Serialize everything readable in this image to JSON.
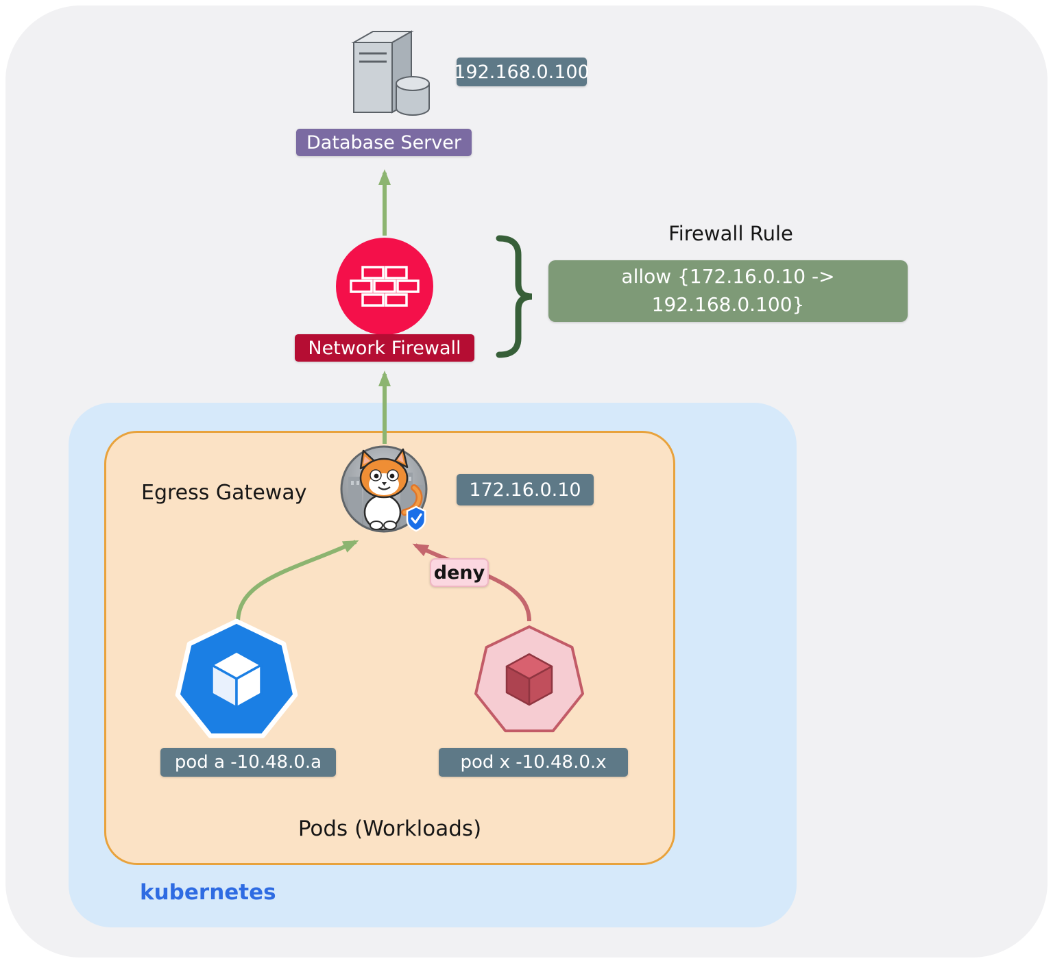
{
  "external": {
    "database_server": {
      "label": "Database Server",
      "ip_badge": "192.168.0.100"
    },
    "network_firewall": {
      "label": "Network Firewall"
    },
    "firewall_rule": {
      "title": "Firewall Rule",
      "rule_line1": "allow {172.16.0.10 ->",
      "rule_line2": "192.168.0.100}"
    }
  },
  "kubernetes": {
    "cluster_label": "kubernetes",
    "egress_gateway": {
      "label": "Egress Gateway",
      "ip_badge": "172.16.0.10"
    },
    "workloads": {
      "box_label": "Pods (Workloads)",
      "pod_a_label": "pod a -10.48.0.a",
      "pod_x_label": "pod x -10.48.0.x",
      "deny_badge": "deny"
    }
  },
  "icons": {
    "database_server": "server-tower-with-database-cylinder-icon",
    "network_firewall": "brick-wall-firewall-icon",
    "egress_gateway": "cat-mascot-gateway-icon",
    "gateway_shield": "shield-check-icon",
    "pod_a": "blue-heptagon-cube-pod-icon",
    "pod_x": "pink-heptagon-cube-pod-icon"
  },
  "colors": {
    "canvas_gray": "#f1f1f3",
    "kubernetes_box_blue": "#d6e9fa",
    "pods_box_peach": "#fbe2c5",
    "pods_box_border_orange": "#e8a23c",
    "badge_slate": "#5e7987",
    "database_purple": "#7b6ba2",
    "firewall_circle_red": "#f4104a",
    "firewall_badge_crimson": "#b50d33",
    "allow_box_green": "#7e9a77",
    "deny_badge_pink": "#fbd7e0",
    "arrow_green": "#8cb470",
    "arrow_red": "#c4666d",
    "kubernetes_text_blue": "#2e6be2",
    "pod_a_blue": "#1b7fe4",
    "pod_x_pink": "#f6ccd2"
  }
}
